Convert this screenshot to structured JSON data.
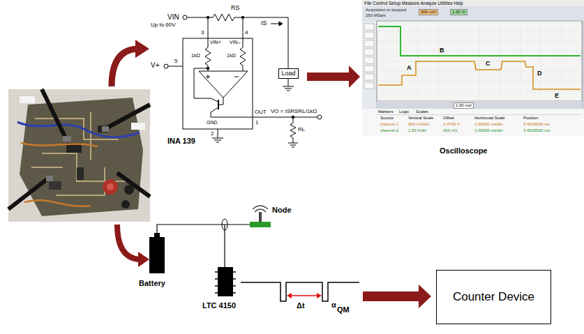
{
  "diagram": {
    "nodes": [
      {
        "text": [
          "Load"
        ]
      },
      {
        "text": [
          "Counter Device"
        ]
      }
    ],
    "labels": [
      "VIN",
      "Up to 60V",
      "RS",
      "IS",
      "3",
      "4",
      "VIN+",
      "VIN–",
      "1kΩ",
      "1kΩ",
      "V+",
      "5",
      "GND",
      "2",
      "OUT",
      "1",
      "VO = ISRSRL/1kΩ",
      "RL",
      "INA 139",
      "File Control Setup Measure Analyze Utilities Help",
      "Acquisition is stopped",
      "250 MSa/s",
      "500 mV/",
      "1.00 V/",
      "1.00 ms/",
      "A",
      "B",
      "C",
      "D",
      "E",
      "Markers",
      "Logic",
      "Scales",
      "Source",
      "Vertical Scale",
      "Offset",
      "Horizontal Scale",
      "Position",
      "channel 1",
      "500 mV/div",
      "1.4700 V",
      "1.00000 ms/div",
      "3.4326500 ms",
      "channel 2",
      "1.00 V/div",
      "420 mV",
      "1.00000 ms/div",
      "3.4326500 ms",
      "Oscilloscope",
      "Node",
      "Battery",
      "LTC 4150",
      "Δt",
      "α",
      "QM"
    ]
  }
}
